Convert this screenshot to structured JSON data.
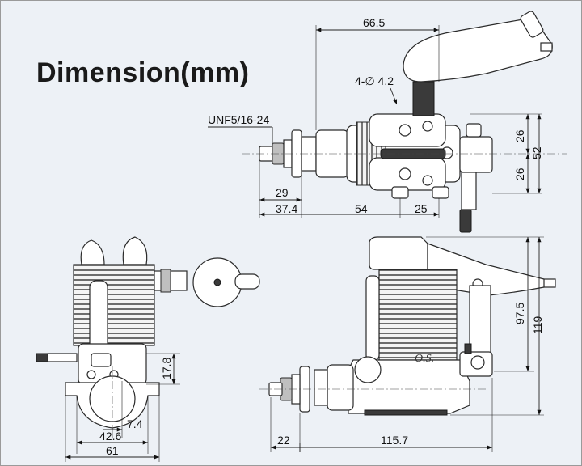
{
  "title": "Dimension(mm)",
  "dimensions": {
    "top_width": "66.5",
    "mount_holes": "4-∅ 4.2",
    "thread": "UNF5/16-24",
    "prop_to_flange": "29",
    "prop_to_mount": "37.4",
    "mount_length": "54",
    "mount_to_back": "25",
    "upper_half": "26",
    "lower_half": "26",
    "mount_width": "52",
    "crank_height": "17.8",
    "offset": "7.4",
    "bolt_spacing": "42.6",
    "base_width": "61",
    "height_to_plug": "97.5",
    "overall_height": "119",
    "prop_face": "22",
    "overall_length": "115.7"
  },
  "labels": {
    "brand_logo": "O.S."
  }
}
